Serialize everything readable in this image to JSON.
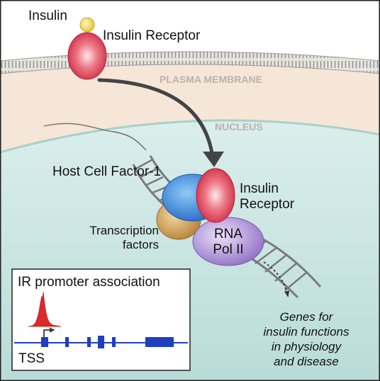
{
  "labels": {
    "insulin": "Insulin",
    "insulin_receptor_top": "Insulin Receptor",
    "plasma_membrane": "PLASMA MEMBRANE",
    "nucleus": "NUCLEUS",
    "host_cell_factor": "Host Cell Factor-1",
    "insulin_receptor_nuc_line1": "Insulin",
    "insulin_receptor_nuc_line2": "Receptor",
    "transcription_line1": "Transcription",
    "transcription_line2": "factors",
    "rna_pol_line1": "RNA",
    "rna_pol_line2": "Pol II",
    "genes_line1": "Genes for",
    "genes_line2": "insulin functions",
    "genes_line3": "in physiology",
    "genes_line4": "and disease"
  },
  "inset": {
    "title": "IR promoter association",
    "tss_label": "TSS"
  },
  "colors": {
    "cytoplasm": "#f7e7da",
    "nucleus": "#cfe6e3",
    "membrane": "#9a9a9a",
    "insulin": "#f0d64a",
    "receptor": "#e0455a",
    "host_cell_factor": "#2f7fd6",
    "transcription_factor": "#c98c3d",
    "rna_pol": "#a98bd0",
    "gene_track": "#1f3fc0",
    "peak": "#d92b2b"
  }
}
